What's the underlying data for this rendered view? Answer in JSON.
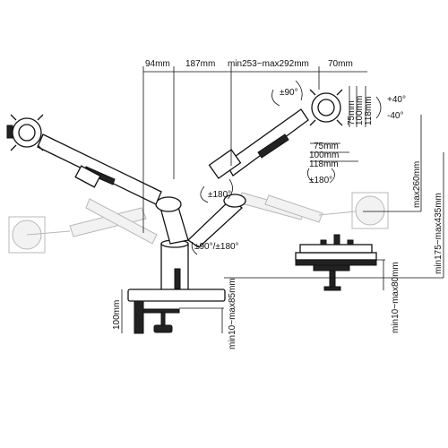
{
  "dimensions": {
    "d94": "94mm",
    "d187": "187mm",
    "d253_292": "min253~max292mm",
    "d70": "70mm",
    "d75h": "75mm",
    "d100h": "100mm",
    "d118h": "118mm",
    "d75w": "75mm",
    "d100w": "100mm",
    "d118w": "118mm",
    "max260": "max260mm",
    "min175_435": "min175~max435mm",
    "d100_clamp": "100mm",
    "min10_85": "min10~max85mm",
    "min10_80": "min10~max80mm"
  },
  "rotations": {
    "tilt_up": "+40°",
    "tilt_down": "-40°",
    "rot90": "±90°",
    "rot180_left": "±180°",
    "rot180_right": "±180°",
    "rot90_180": "±90°/±180°"
  }
}
